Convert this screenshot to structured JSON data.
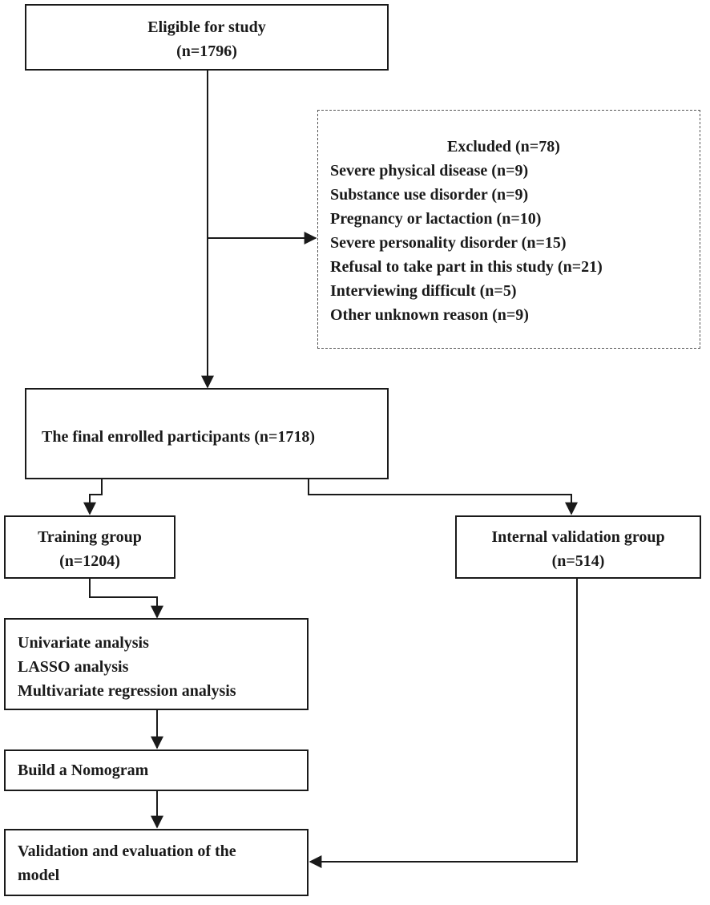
{
  "eligible": {
    "title": "Eligible for study",
    "count": "(n=1796)"
  },
  "excluded": {
    "title": "Excluded (n=78)",
    "reasons": [
      "Severe physical disease (n=9)",
      "Substance use disorder (n=9)",
      "Pregnancy or lactaction (n=10)",
      "Severe personality disorder (n=15)",
      "Refusal to take part in this study (n=21)",
      "Interviewing difficult (n=5)",
      "Other unknown reason (n=9)"
    ]
  },
  "enrolled": {
    "label": "The final enrolled participants (n=1718)"
  },
  "training": {
    "title": "Training group",
    "count": "(n=1204)"
  },
  "validation_group": {
    "title": "Internal validation group",
    "count": "(n=514)"
  },
  "analysis": {
    "items": [
      "Univariate analysis",
      "LASSO analysis",
      "Multivariate regression analysis"
    ]
  },
  "nomogram": {
    "label": "Build a Nomogram"
  },
  "evaluation": {
    "lines": [
      "Validation and evaluation of the",
      "model"
    ]
  }
}
